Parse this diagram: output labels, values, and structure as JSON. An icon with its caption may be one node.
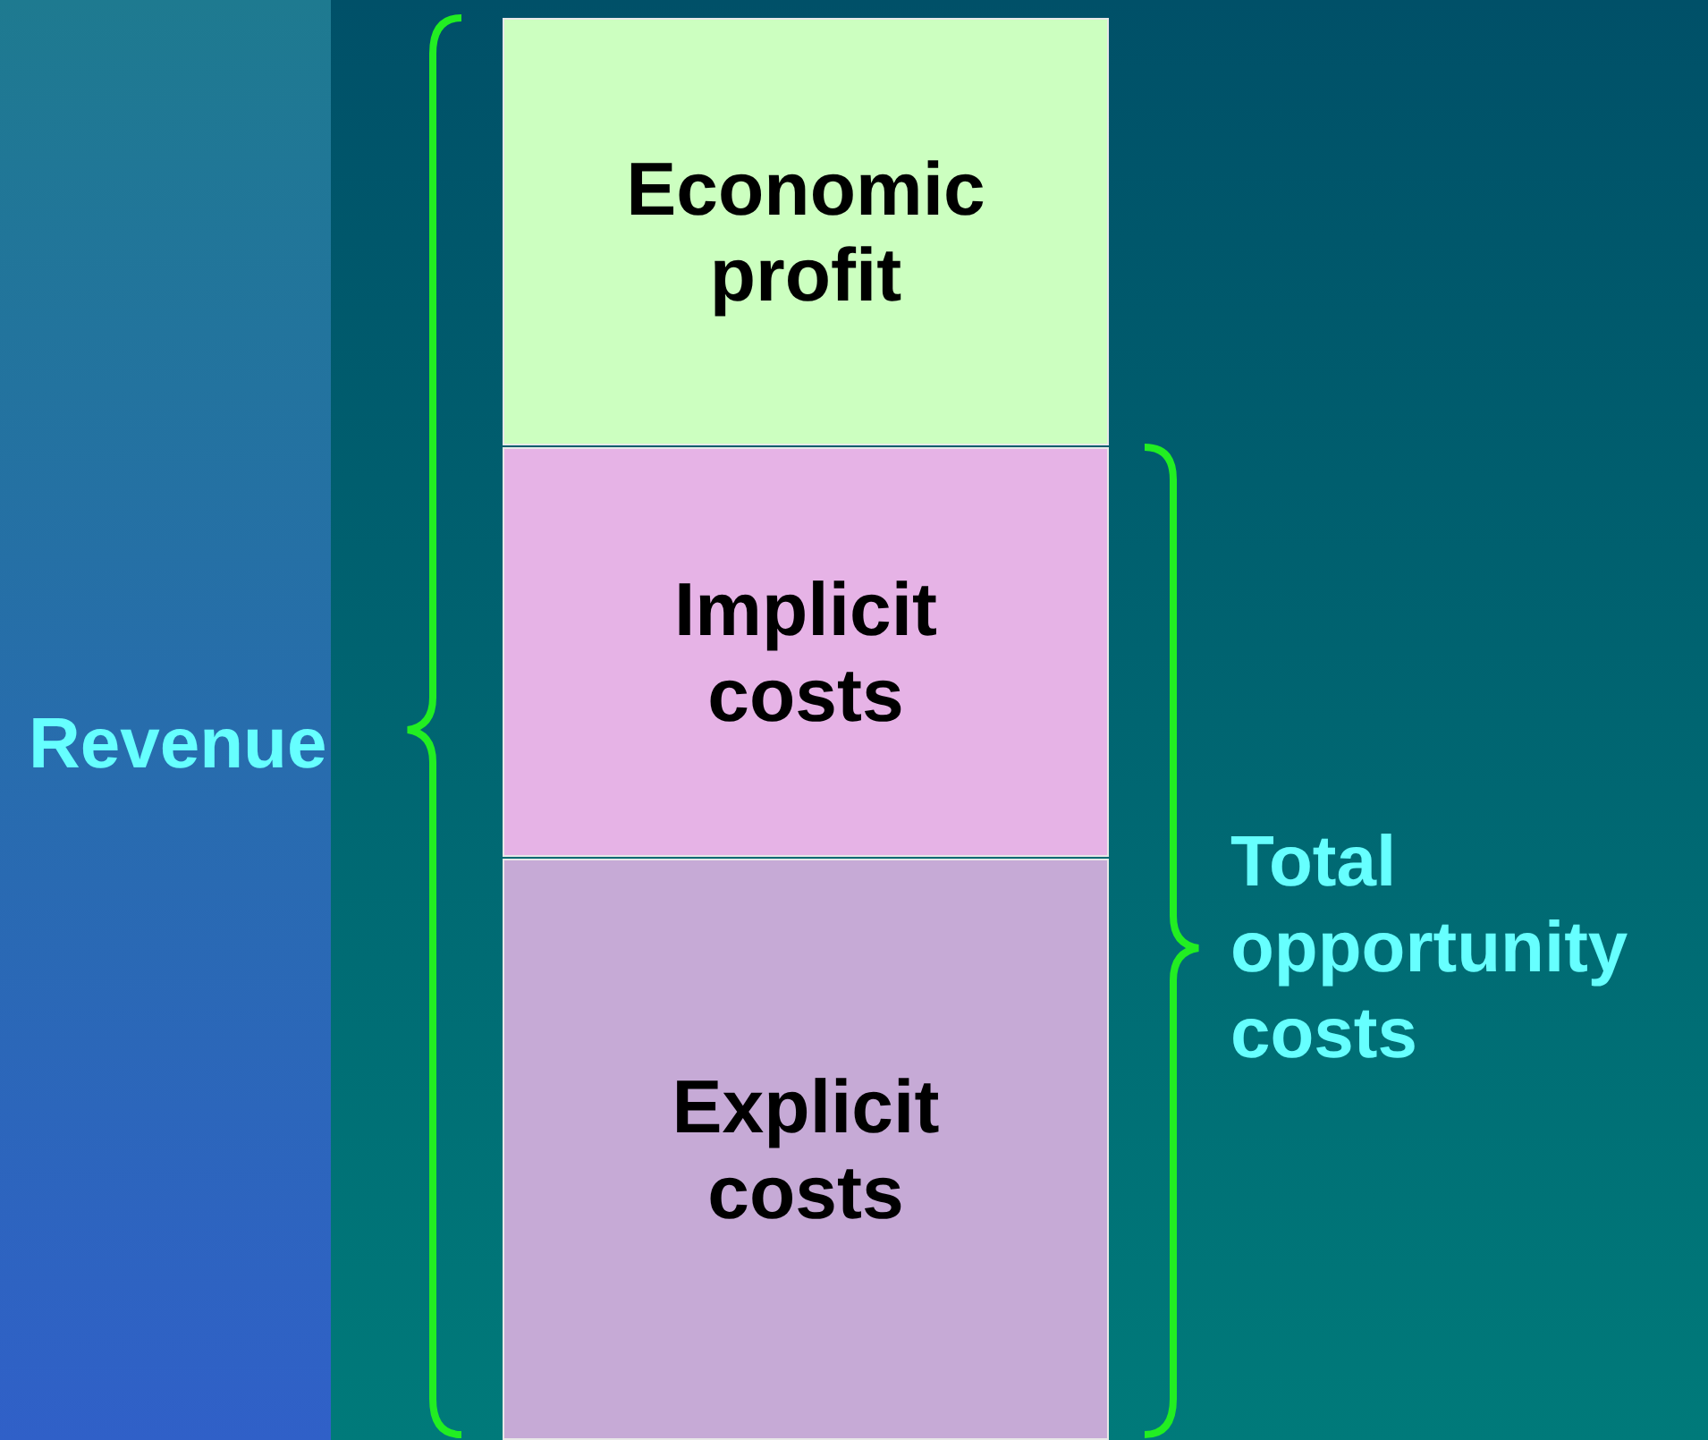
{
  "diagram": {
    "nodes": [
      {
        "text": [
          "Economic profit"
        ]
      },
      {
        "text": [
          "Implicit costs"
        ]
      },
      {
        "text": [
          "Explicit costs"
        ]
      }
    ],
    "labels": [
      "Revenue",
      "Total opportunity costs"
    ]
  }
}
